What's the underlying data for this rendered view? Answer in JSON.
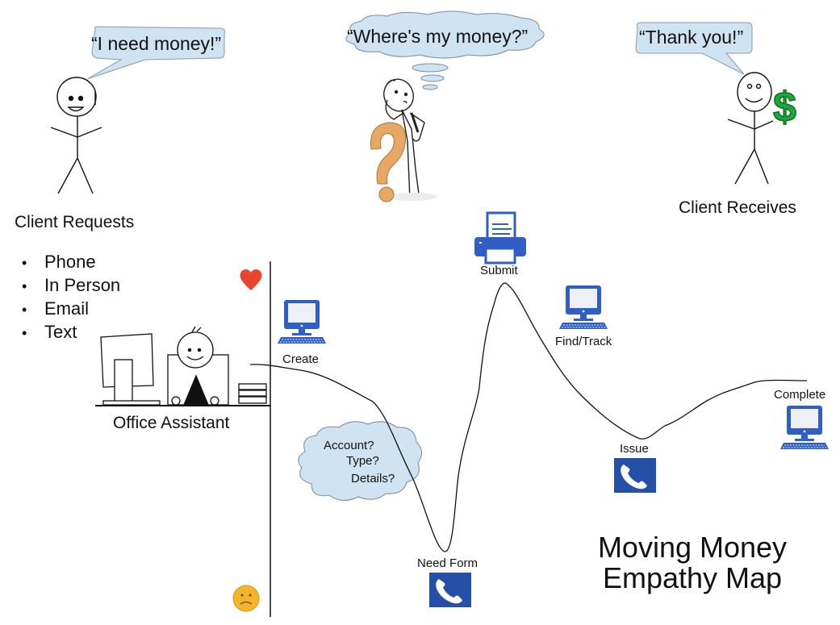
{
  "title": {
    "line1": "Moving Money",
    "line2": "Empathy Map"
  },
  "personas": {
    "client_requests": {
      "speech": "“I need money!”",
      "label": "Client Requests"
    },
    "waiting_client": {
      "thought": "“Where's my money?”"
    },
    "client_receives": {
      "speech": "“Thank you!”",
      "label": "Client Receives"
    },
    "office_assistant": {
      "label": "Office Assistant"
    }
  },
  "request_channels": [
    "Phone",
    "In Person",
    "Email",
    "Text"
  ],
  "emotion_axis": {
    "top": "heart-icon",
    "bottom": "sad-face-icon",
    "top_color": "#e8452c",
    "bottom_color": "#f5b52a"
  },
  "steps": [
    {
      "label": "Create",
      "icon": "computer-icon"
    },
    {
      "label": "Need Form",
      "icon": "phone-icon"
    },
    {
      "label": "Submit",
      "icon": "printer-icon"
    },
    {
      "label": "Find/Track",
      "icon": "computer-icon"
    },
    {
      "label": "Issue",
      "icon": "phone-icon"
    },
    {
      "label": "Complete",
      "icon": "computer-icon"
    }
  ],
  "questions_cloud": {
    "line1": "Account?",
    "line2": "Type?",
    "line3": "Details?"
  },
  "colors": {
    "icon_blue": "#2f5fc4",
    "bubble_fill": "#cfe3f2",
    "bubble_stroke": "#7a8a96",
    "dollar_green": "#1ea83a"
  }
}
